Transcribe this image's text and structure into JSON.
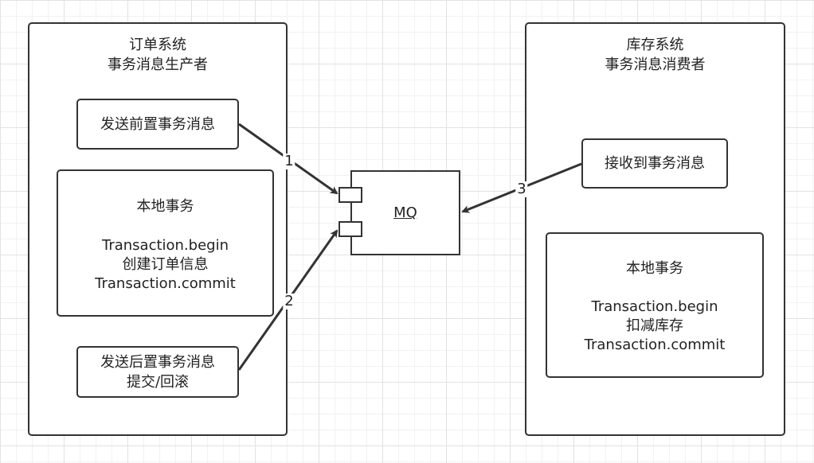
{
  "producer_system": {
    "title_line1": "订单系统",
    "title_line2": "事务消息生产者",
    "send_prepare": "发送前置事务消息",
    "local_tx": {
      "title": "本地事务",
      "line1": "Transaction.begin",
      "line2": "创建订单信息",
      "line3": "Transaction.commit"
    },
    "send_post_line1": "发送后置事务消息",
    "send_post_line2": "提交/回滚"
  },
  "mq": {
    "label": "MQ"
  },
  "consumer_system": {
    "title_line1": "库存系统",
    "title_line2": "事务消息消费者",
    "receive": "接收到事务消息",
    "local_tx": {
      "title": "本地事务",
      "line1": "Transaction.begin",
      "line2": "扣减库存",
      "line3": "Transaction.commit"
    }
  },
  "edges": [
    {
      "label": "1"
    },
    {
      "label": "2"
    },
    {
      "label": "3"
    }
  ],
  "colors": {
    "stroke": "#333333",
    "grid": "#e2e2e2"
  }
}
